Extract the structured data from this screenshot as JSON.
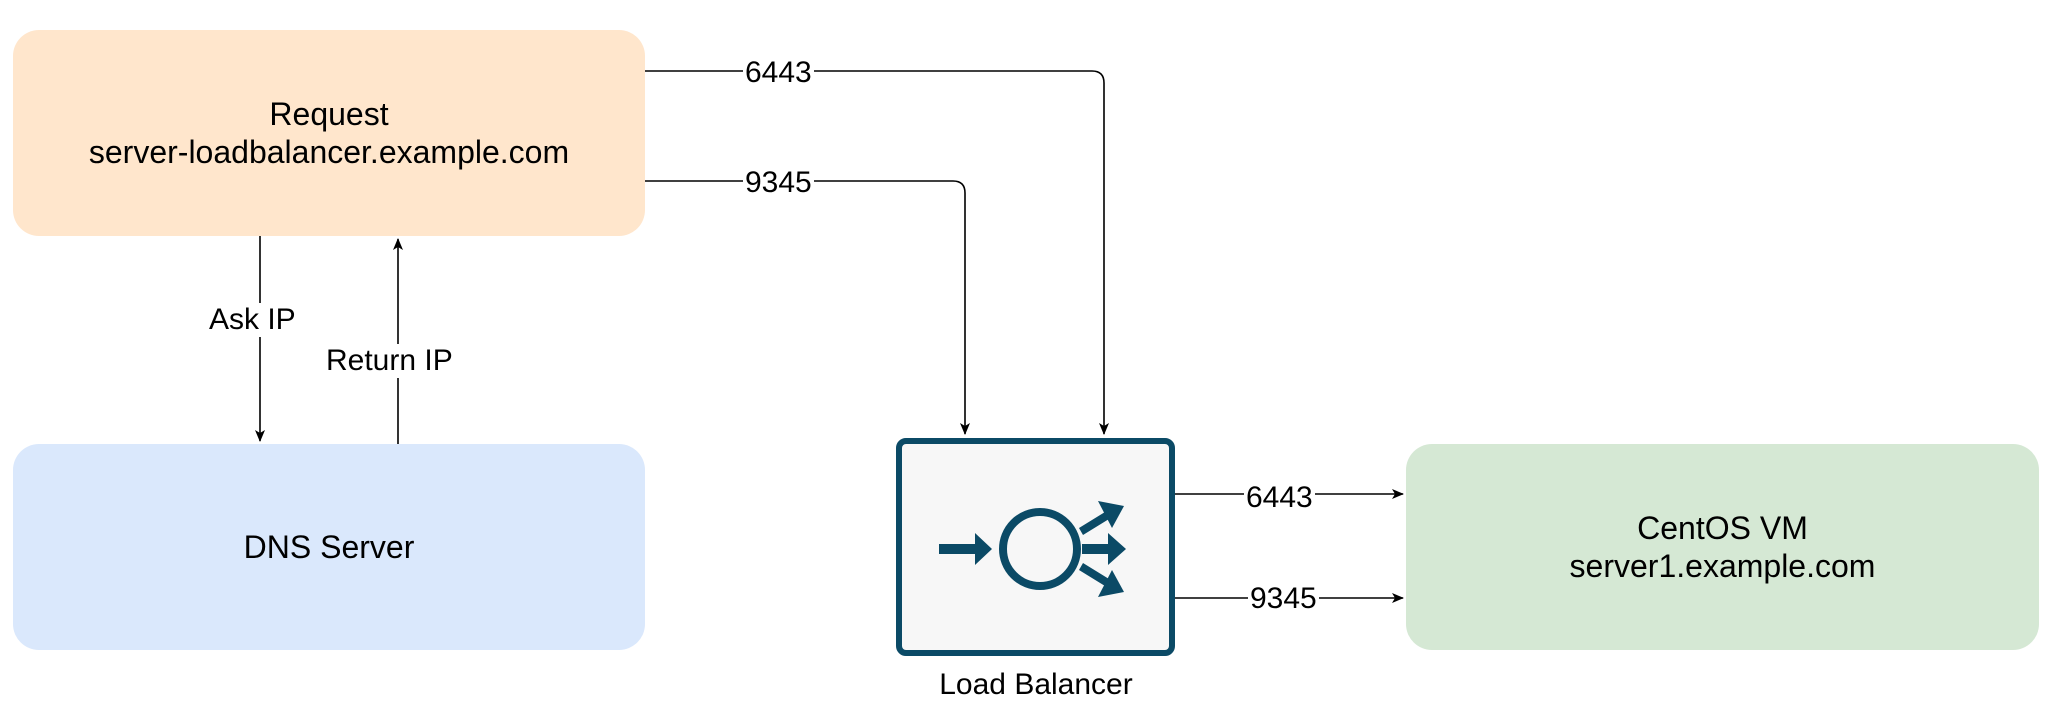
{
  "nodes": {
    "request": {
      "line1": "Request",
      "line2": "server-loadbalancer.example.com",
      "color": "#ffe6cc"
    },
    "dns": {
      "label": "DNS Server",
      "color": "#dae8fc"
    },
    "centos": {
      "line1": "CentOS VM",
      "line2": "server1.example.com",
      "color": "#d5e8d4"
    },
    "load_balancer": {
      "label": "Load Balancer",
      "icon": "load-balancer-icon",
      "stroke_color": "#0b4a66"
    }
  },
  "edges": {
    "request_to_lb_top": "6443",
    "request_to_lb_bottom": "9345",
    "ask_ip": "Ask IP",
    "return_ip": "Return IP",
    "lb_to_vm_top": "6443",
    "lb_to_vm_bottom": "9345"
  }
}
